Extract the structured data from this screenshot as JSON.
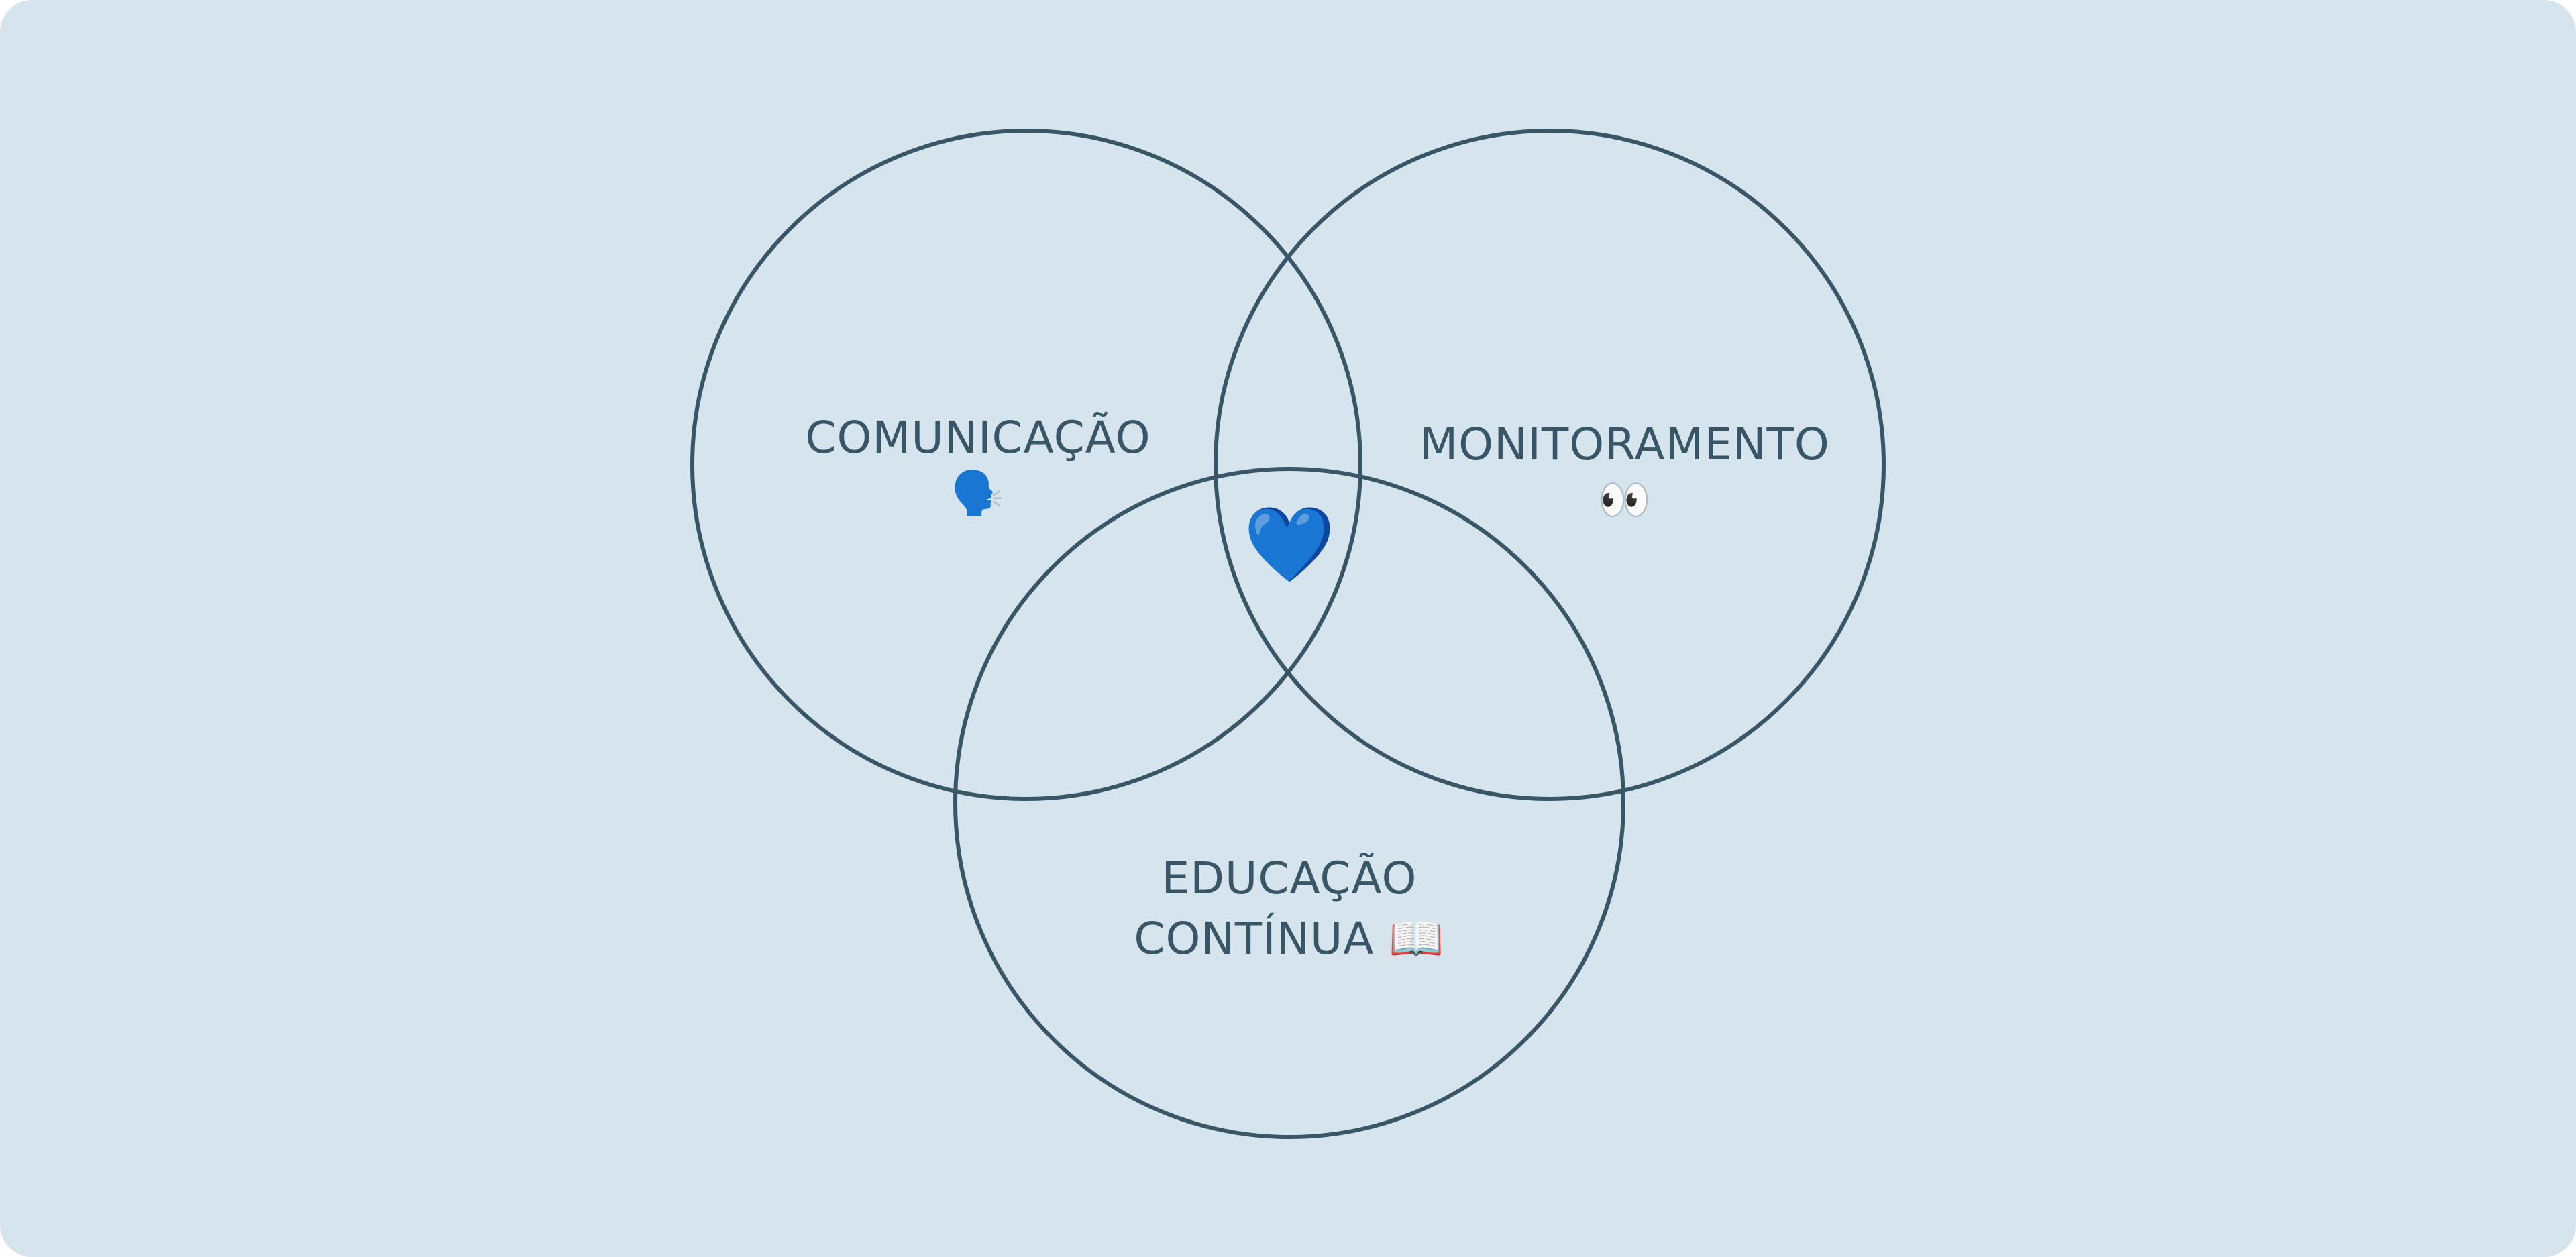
{
  "diagram": {
    "type": "venn",
    "colors": {
      "background": "#d6e4ee",
      "stroke": "#385666",
      "text": "#385666",
      "heart": "#0866f0"
    },
    "sets": [
      {
        "label": "COMUNICAÇÃO",
        "icon": "🗣️",
        "icon_name": "speaking-head-icon"
      },
      {
        "label": "MONITORAMENTO",
        "icon": "👀",
        "icon_name": "eyes-icon"
      },
      {
        "label_line1": "EDUCAÇÃO",
        "label_line2": "CONTÍNUA",
        "icon": "📖",
        "icon_name": "open-book-icon"
      }
    ],
    "center": {
      "icon": "💙",
      "icon_name": "blue-heart-icon"
    }
  }
}
